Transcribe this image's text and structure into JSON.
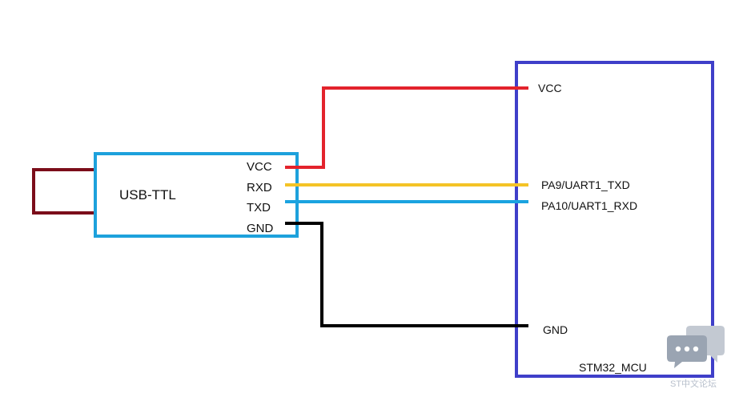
{
  "usb_ttl": {
    "title": "USB-TTL",
    "pins": {
      "vcc": "VCC",
      "rxd": "RXD",
      "txd": "TXD",
      "gnd": "GND"
    },
    "border_color": "#1da1dc",
    "connector_color": "#7b0d1a"
  },
  "mcu": {
    "title": "STM32_MCU",
    "pins": {
      "vcc": "VCC",
      "pa9": "PA9/UART1_TXD",
      "pa10": "PA10/UART1_RXD",
      "gnd": "GND"
    },
    "border_color": "#3f3fc9"
  },
  "wires": {
    "vcc_color": "#e3232c",
    "rxd_color": "#f4c326",
    "txd_color": "#1ba3e0",
    "gnd_color": "#000000"
  },
  "watermark": {
    "icon": "chat-bubbles-icon",
    "text": "ST中文论坛"
  }
}
